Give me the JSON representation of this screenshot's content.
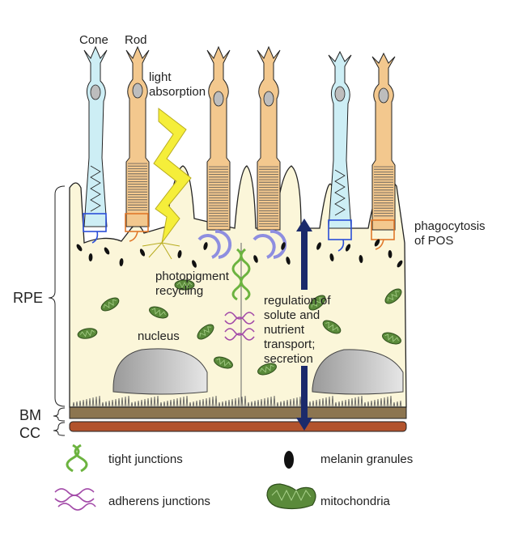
{
  "labels": {
    "cone": "Cone",
    "rod": "Rod",
    "light_absorption_1": "light",
    "light_absorption_2": "absorption",
    "photopigment_1": "photopigment",
    "photopigment_2": "recycling",
    "phagocytosis_1": "phagocytosis",
    "phagocytosis_2": "of POS",
    "regulation_1": "regulation of",
    "regulation_2": "solute and",
    "regulation_3": "nutrient",
    "regulation_4": "transport;",
    "regulation_5": "secretion",
    "nucleus": "nucleus",
    "rpe": "RPE",
    "bm": "BM",
    "cc": "CC"
  },
  "legend": {
    "tight_junctions": "tight junctions",
    "adherens_junctions": "adherens junctions",
    "melanin_granules": "melanin granules",
    "mitochondria": "mitochondria"
  },
  "colors": {
    "cone_fill": "#cdeef5",
    "rod_fill": "#f3c88e",
    "rpe_fill": "#fbf6d9",
    "nucleus_fill": "#bdbdbd",
    "mito_fill": "#5a8a3a",
    "tight_junction": "#6cb33f",
    "adherens_junction": "#a24aa8",
    "bm_fill": "#8c7550",
    "cc_fill": "#b2532d",
    "transport_arrow": "#1b2a6b",
    "recycle_arrow": "#8e8ee0",
    "light_bolt": "#f5ee3a",
    "cone_box": "#2b4fd8",
    "rod_box": "#e0782a"
  }
}
